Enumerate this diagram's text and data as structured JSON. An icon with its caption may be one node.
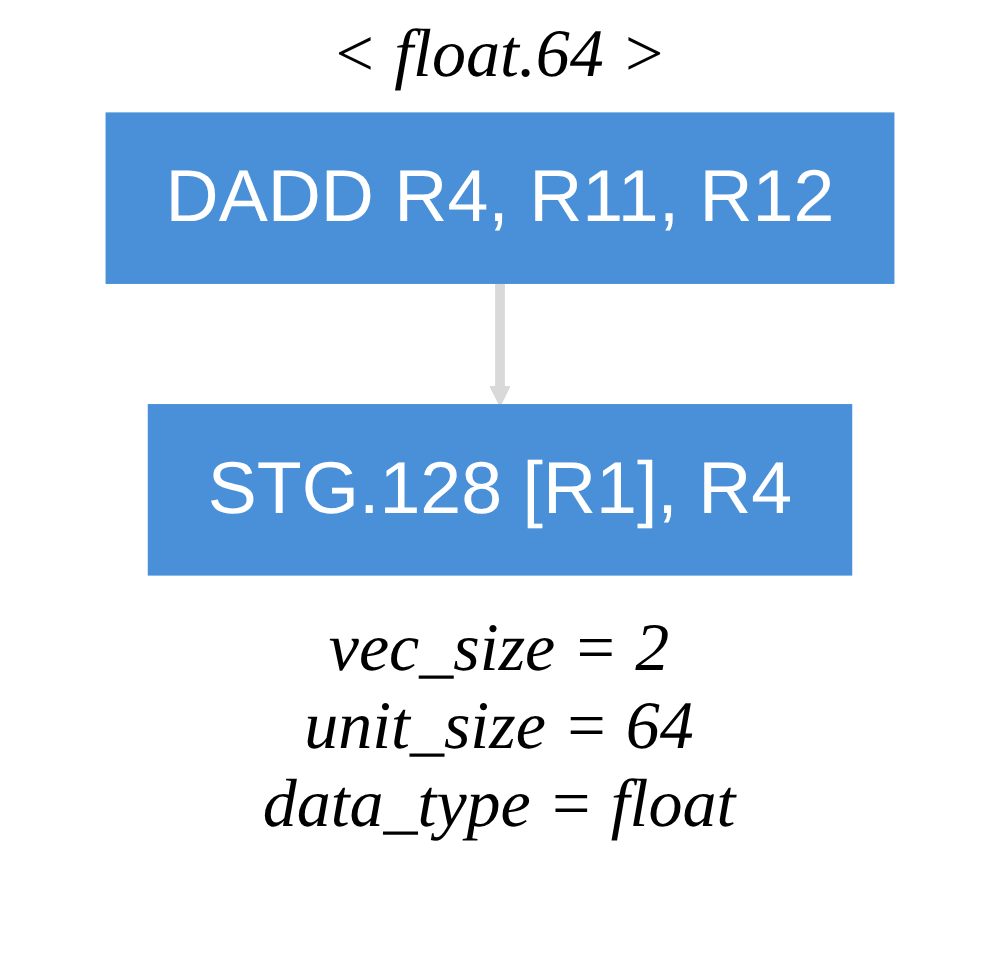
{
  "diagram": {
    "title": "< float.64 >",
    "nodes": [
      {
        "text": [
          "DADD R4, R11, R12"
        ]
      },
      {
        "text": [
          "STG.128 [R1], R4"
        ]
      }
    ],
    "edges": [
      {
        "from": 0,
        "to": 1,
        "arrow": "to",
        "color": "#d9d9d9"
      }
    ],
    "labels": [
      "vec_size = 2",
      "unit_size = 64",
      "data_type = float"
    ]
  }
}
